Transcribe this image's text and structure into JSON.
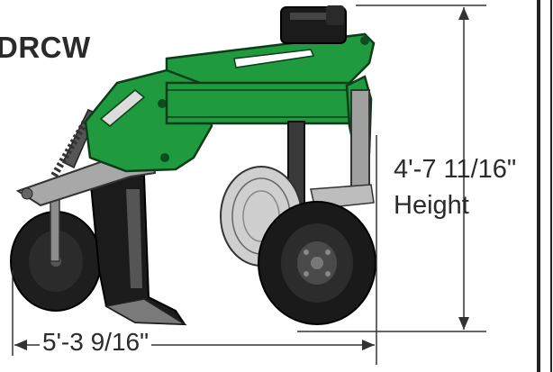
{
  "model_text": "DRCW",
  "dimensions": {
    "height_value": "4'-7 11/16\"",
    "height_caption": "Height",
    "width_value": "5'-3 9/16\""
  },
  "colors": {
    "frame_green": "#1f9a3e",
    "frame_dark": "#0d4d1f",
    "steel_gray": "#9c9c9c",
    "tire_black": "#1a1a1a",
    "dimension_line": "#333333"
  }
}
